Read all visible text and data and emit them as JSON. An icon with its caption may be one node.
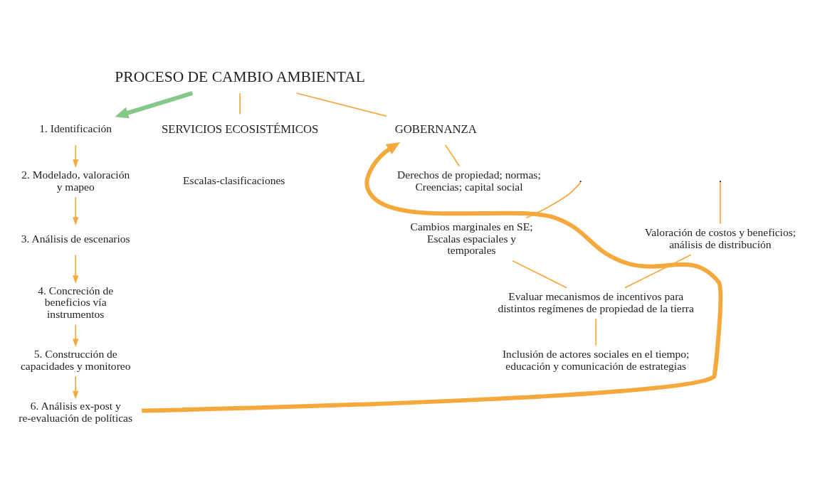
{
  "diagram": {
    "nodes": [
      {
        "text": [
          "PROCESO DE CAMBIO AMBIENTAL"
        ]
      },
      {
        "text": [
          "1. Identificación"
        ]
      },
      {
        "text": [
          "2. Modelado, valoración y mapeo"
        ]
      },
      {
        "text": [
          "3. Análisis de escenarios"
        ]
      },
      {
        "text": [
          "4. Concreción de beneficios vía instrumentos"
        ]
      },
      {
        "text": [
          "5. Construcción de capacidades y monitoreo"
        ]
      },
      {
        "text": [
          "6. Análisis ex-post y re-evaluación de políticas"
        ]
      },
      {
        "text": [
          "SERVICIOS ECOSISTÉMICOS"
        ]
      },
      {
        "text": [
          "GOBERNANZA"
        ]
      },
      {
        "text": [
          "Escalas-clasificaciones"
        ]
      },
      {
        "text": [
          "Derechos de propiedad; normas; Creencias; capital social"
        ]
      },
      {
        "text": [
          "Cambios marginales en SE; Escalas espaciales y temporales"
        ]
      },
      {
        "text": [
          "Valoración de costos y beneficios; análisis de distribución"
        ]
      },
      {
        "text": [
          "Evaluar mecanismos de incentivos para distintos regímenes de propiedad de la tierra"
        ]
      },
      {
        "text": [
          "Inclusión de actores sociales en el tiempo; educación y comunicación de estrategias"
        ]
      }
    ],
    "edges": [
      {
        "from": 0,
        "to": 1,
        "arrow": "to",
        "style": "thick",
        "color": "#86c78a"
      },
      {
        "from": 0,
        "to": 7,
        "arrow": "none"
      },
      {
        "from": 0,
        "to": 8,
        "arrow": "none"
      },
      {
        "from": 1,
        "to": 2,
        "arrow": "to"
      },
      {
        "from": 2,
        "to": 3,
        "arrow": "to"
      },
      {
        "from": 3,
        "to": 4,
        "arrow": "to"
      },
      {
        "from": 4,
        "to": 5,
        "arrow": "to"
      },
      {
        "from": 5,
        "to": 6,
        "arrow": "to"
      },
      {
        "from": 6,
        "to": 8,
        "arrow": "to",
        "style": "thick"
      },
      {
        "from": 8,
        "to": 10,
        "arrow": "none"
      },
      {
        "from": null,
        "to": 11,
        "arrow": "none"
      },
      {
        "from": null,
        "to": 12,
        "arrow": "none"
      },
      {
        "from": 11,
        "to": 13,
        "arrow": "none"
      },
      {
        "from": 12,
        "to": 13,
        "arrow": "none"
      },
      {
        "from": 13,
        "to": 14,
        "arrow": "none"
      }
    ]
  }
}
